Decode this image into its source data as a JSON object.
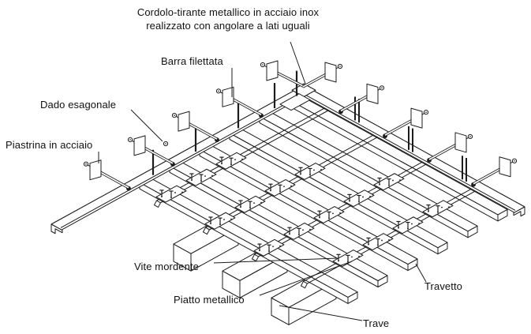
{
  "diagram": {
    "title": {
      "line1": "Cordolo-tirante metallico in acciaio inox",
      "line2": "realizzato con angolare a lati uguali"
    },
    "labels": {
      "barra_filettata": "Barra filettata",
      "dado_esagonale": "Dado esagonale",
      "piastrina": "Piastrina in acciaio",
      "vite_mordente": "Vite mordente",
      "piatto_metallico": "Piatto metallico",
      "travetto": "Travetto",
      "trave": "Trave"
    },
    "colors": {
      "line": "#1c1c1c",
      "background": "#ffffff"
    }
  }
}
